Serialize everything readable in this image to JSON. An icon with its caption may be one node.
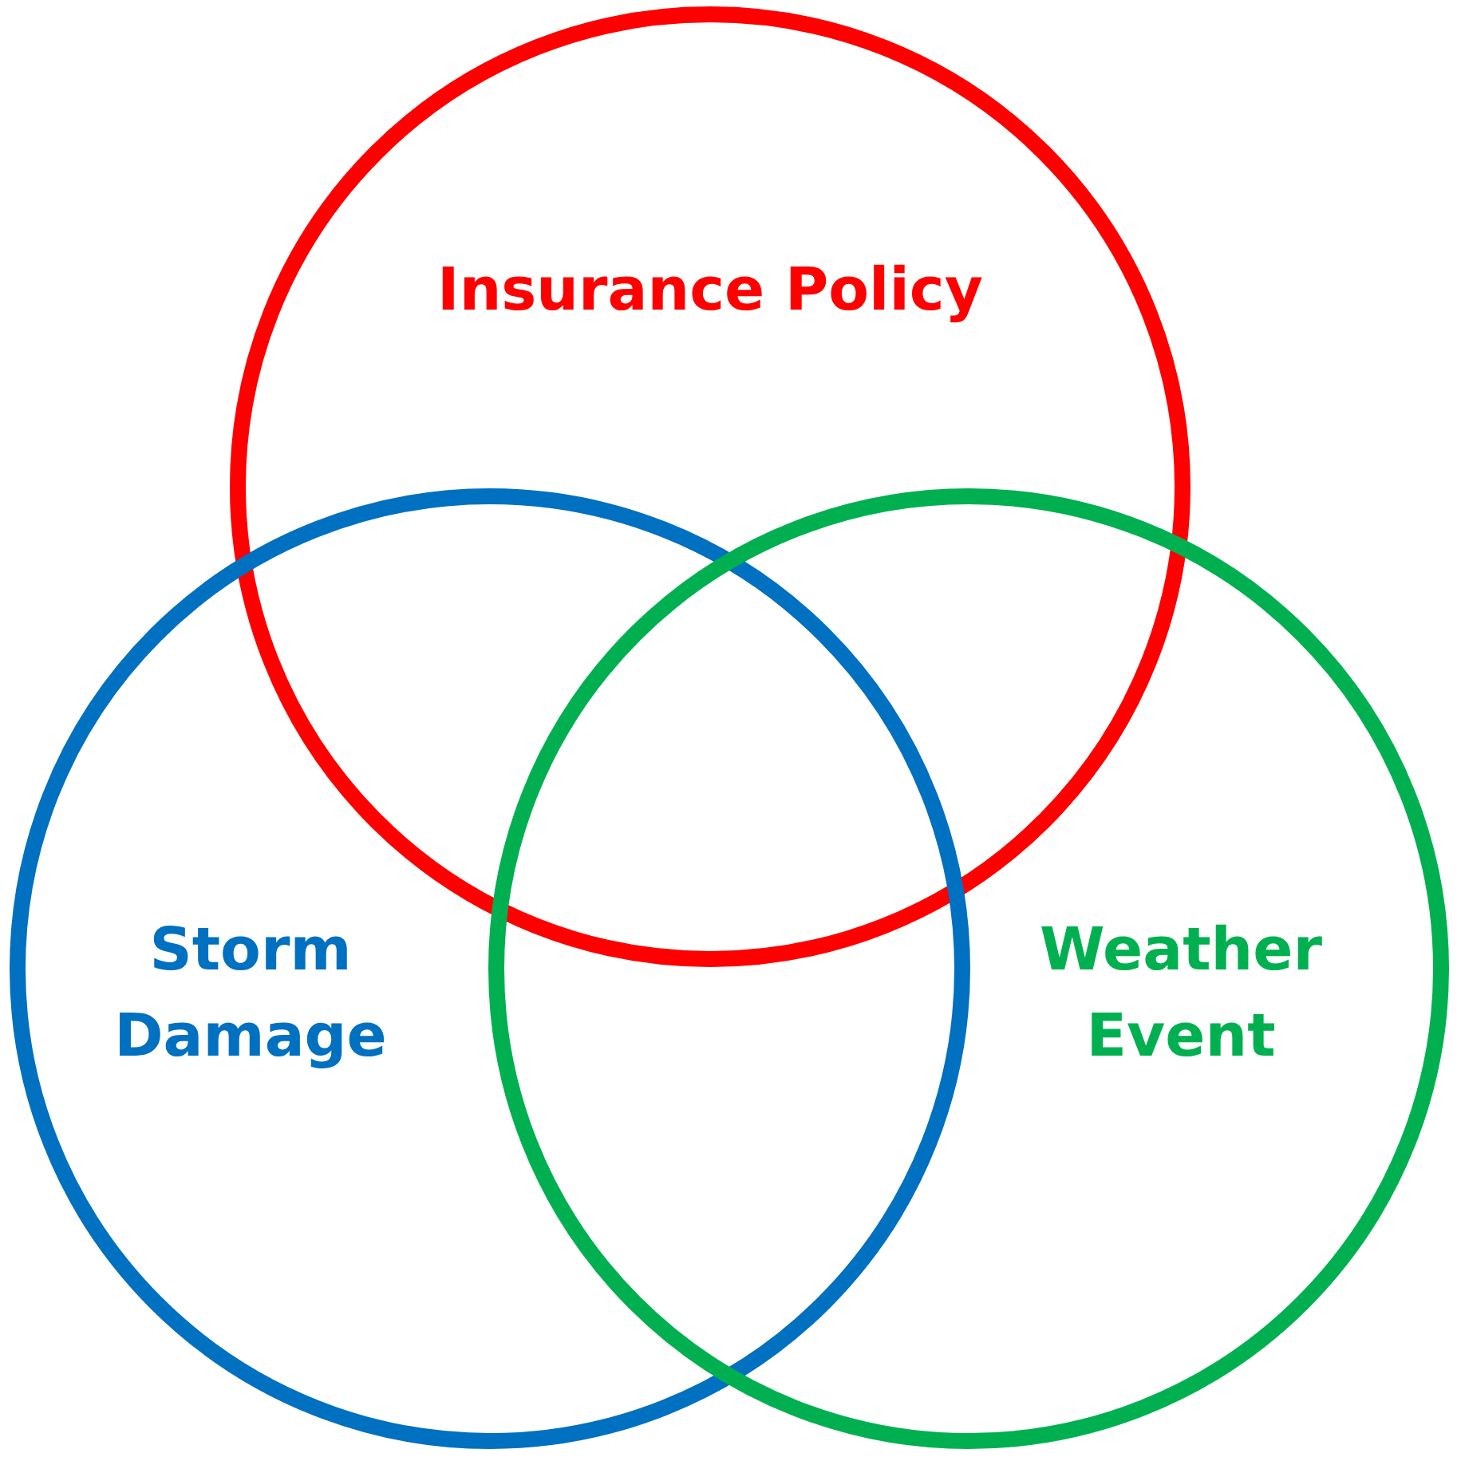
{
  "diagram": {
    "nodes": [
      {
        "text": [
          "Insurance Policy"
        ]
      },
      {
        "text": [
          "Storm Damage"
        ]
      },
      {
        "text": [
          "Weather Event"
        ]
      }
    ]
  }
}
